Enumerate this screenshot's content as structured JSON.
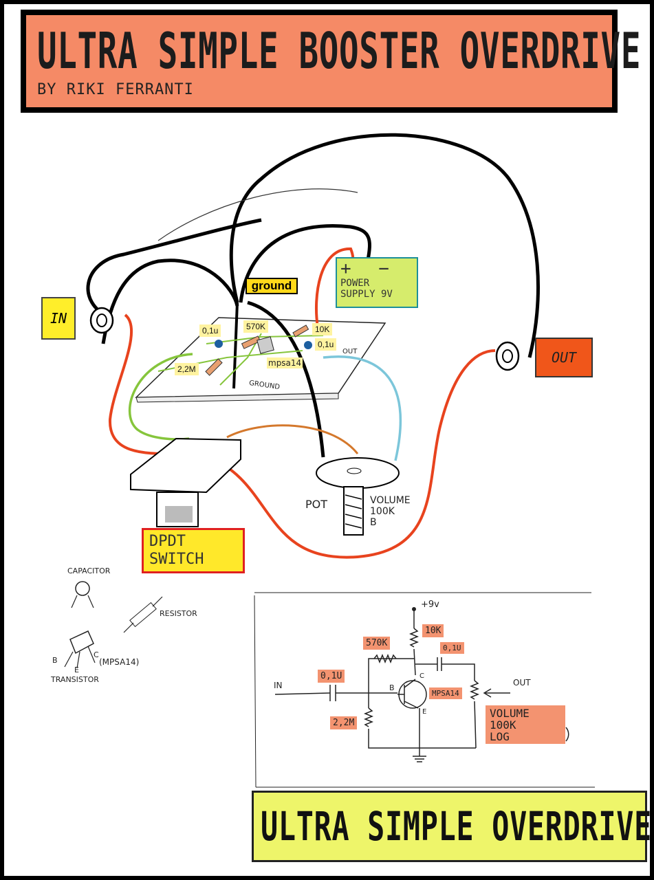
{
  "title": {
    "main": "ULTRA SIMPLE BOOSTER OVERDRIVE",
    "byline": "BY RIKI FERRANTI"
  },
  "labels": {
    "in": "IN",
    "out": "OUT",
    "power_symbols": "+ −",
    "power_line1": "POWER",
    "power_line2": "SUPPLY 9V",
    "ground": "ground",
    "dpdt_line1": "DPDT",
    "dpdt_line2": "SWITCH"
  },
  "board_components": {
    "cap1": "0,1u",
    "res570": "570K",
    "res10": "10K",
    "cap2": "0,1u",
    "res22": "2,2M",
    "transistor": "mpsa14",
    "board_ground": "GROUND",
    "board_out": "OUT"
  },
  "pot": {
    "label": "POT",
    "volume_line1": "VOLUME",
    "volume_line2": "100K",
    "volume_line3": "B"
  },
  "legend": {
    "capacitor": "CAPACITOR",
    "resistor": "RESISTOR",
    "transistor": "TRANSISTOR",
    "transistor_part": "(MPSA14)",
    "pin_b": "B",
    "pin_e": "E",
    "pin_c": "C"
  },
  "schematic": {
    "supply": "+9v",
    "in": "IN",
    "out": "OUT",
    "r570": "570K",
    "r10": "10K",
    "c_out": "0,1U",
    "c_in": "0,1U",
    "r22": "2,2M",
    "transistor": "MPSA14",
    "pin_b": "B",
    "pin_c": "C",
    "pin_e": "E",
    "vol_line1": "VOLUME",
    "vol_line2": "100K",
    "vol_line3": "LOG"
  },
  "bottom_title": "ULTRA SIMPLE OVERDRIVE",
  "colors": {
    "banner": "#f58a66",
    "out": "#f0561a",
    "power": "#d6ec6c",
    "yellow": "#ffee2a",
    "wire_red": "#e8431e",
    "wire_green": "#86c53c",
    "wire_blue": "#7cc6da",
    "wire_orange": "#d4782c"
  }
}
